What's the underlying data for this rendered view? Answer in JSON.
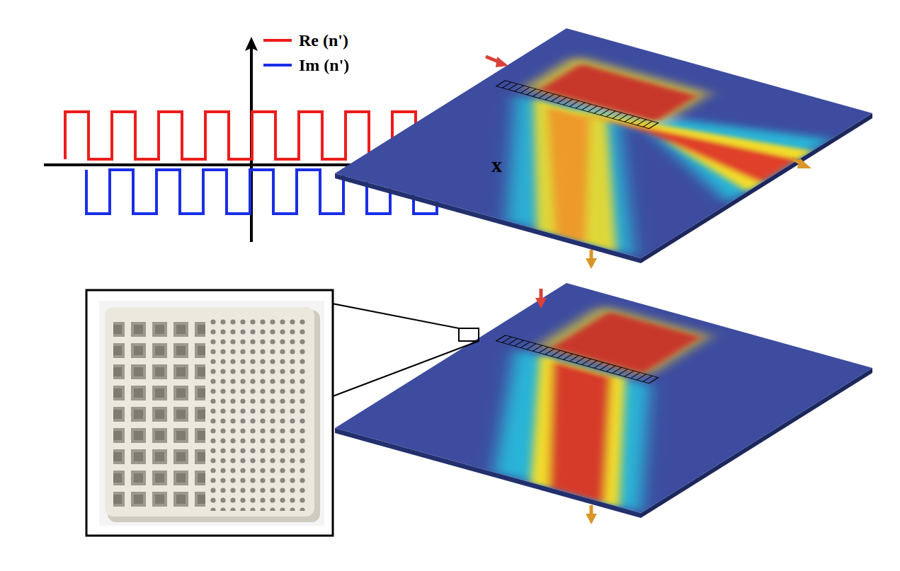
{
  "diagram": {
    "labels": [
      "x"
    ],
    "legend": [
      {
        "text": "Re (n')"
      },
      {
        "text": "Im (n')"
      }
    ]
  }
}
